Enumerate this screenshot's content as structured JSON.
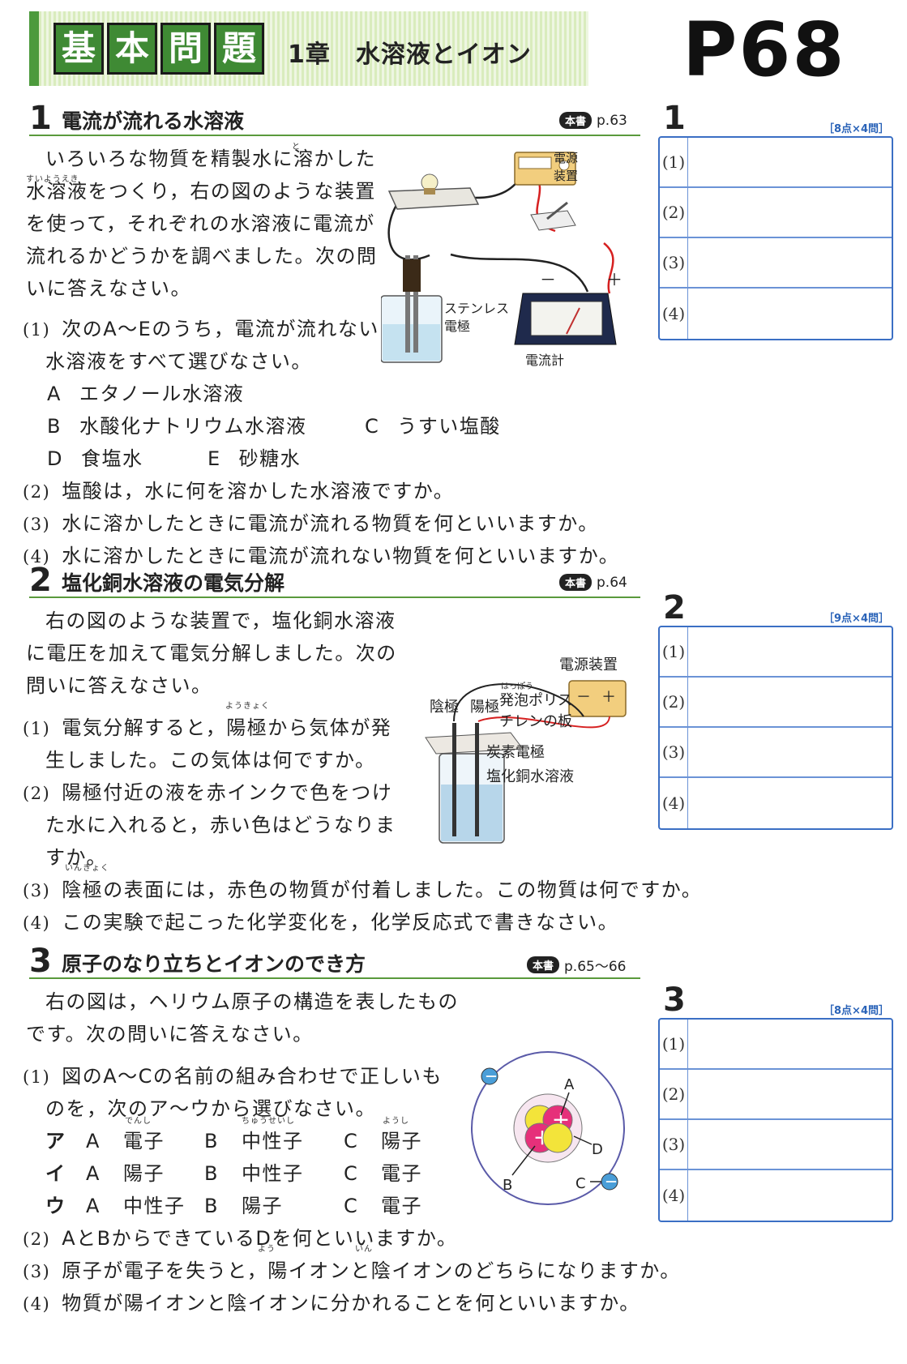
{
  "header": {
    "kihon": [
      "基",
      "本",
      "問",
      "題"
    ],
    "chapter": "1章　水溶液とイオン",
    "page_label": "P68"
  },
  "s1": {
    "num": "1",
    "title": "電流が流れる水溶液",
    "ref_badge": "本書",
    "ref_page": "p.63",
    "ruby_to": "と",
    "ruby_suiyoueki": "すいようえき",
    "intro": [
      "いろいろな物質を精製水に溶かした",
      "水溶液をつくり，右の図のような装置",
      "を使って，それぞれの水溶液に電流が",
      "流れるかどうかを調べました。次の問",
      "いに答えなさい。"
    ],
    "q1_num": "(1)",
    "q1": [
      "次のA～Eのうち，電流が流れない",
      "水溶液をすべて選びなさい。"
    ],
    "opts": [
      {
        "k": "A",
        "v": "エタノール水溶液"
      },
      {
        "k": "B",
        "v": "水酸化ナトリウム水溶液"
      },
      {
        "k": "C",
        "v": "うすい塩酸"
      },
      {
        "k": "D",
        "v": "食塩水"
      },
      {
        "k": "E",
        "v": "砂糖水"
      }
    ],
    "q2_num": "(2)",
    "q2": "塩酸は，水に何を溶かした水溶液ですか。",
    "q3_num": "(3)",
    "q3": "水に溶かしたときに電流が流れる物質を何といいますか。",
    "q4_num": "(4)",
    "q4": "水に溶かしたときに電流が流れない物質を何といいますか。",
    "fig": {
      "power": "電源",
      "power2": "装置",
      "electrode1": "ステンレス",
      "electrode2": "電極",
      "meter": "電流計",
      "minus": "－",
      "plus": "＋"
    }
  },
  "s2": {
    "num": "2",
    "title": "塩化銅水溶液の電気分解",
    "ref_badge": "本書",
    "ref_page": "p.64",
    "intro": [
      "右の図のような装置で，塩化銅水溶液",
      "に電圧を加えて電気分解しました。次の",
      "問いに答えなさい。"
    ],
    "ruby_youkyoku": "ようきょく",
    "q1_num": "(1)",
    "q1": [
      "電気分解すると，陽極から気体が発",
      "生しました。この気体は何ですか。"
    ],
    "q2_num": "(2)",
    "q2": [
      "陽極付近の液を赤インクで色をつけ",
      "た水に入れると，赤い色はどうなりま",
      "すか。"
    ],
    "ruby_inkyoku": "いんきょく",
    "q3_num": "(3)",
    "q3": "陰極の表面には，赤色の物質が付着しました。この物質は何ですか。",
    "q4_num": "(4)",
    "q4": "この実験で起こった化学変化を，化学反応式で書きなさい。",
    "fig": {
      "power": "電源装置",
      "cathode": "陰極",
      "anode": "陽極",
      "ruby_happou": "はっぽう",
      "board1": "発泡ポリス",
      "board2": "チレンの板",
      "carbon": "炭素電極",
      "solution": "塩化銅水溶液",
      "minus": "－",
      "plus": "＋"
    }
  },
  "s3": {
    "num": "3",
    "title": "原子のなり立ちとイオンのでき方",
    "ref_badge": "本書",
    "ref_page": "p.65～66",
    "intro": [
      "右の図は，ヘリウム原子の構造を表したもの",
      "です。次の問いに答えなさい。"
    ],
    "q1_num": "(1)",
    "q1": [
      "図のA～Cの名前の組み合わせで正しいも",
      "のを，次のア～ウから選びなさい。"
    ],
    "combos": [
      {
        "k": "ア",
        "A": "電子",
        "B": "中性子",
        "C": "陽子",
        "rA": "でんし",
        "rB": "ちゅうせいし",
        "rC": "ようし"
      },
      {
        "k": "イ",
        "A": "陽子",
        "B": "中性子",
        "C": "電子"
      },
      {
        "k": "ウ",
        "A": "中性子",
        "B": "陽子",
        "C": "電子"
      }
    ],
    "letterA": "A",
    "letterB": "B",
    "letterC": "C",
    "letterD": "D",
    "q2_num": "(2)",
    "q2": "AとBからできているDを何といいますか。",
    "ruby_you": "よう",
    "ruby_in": "いん",
    "q3_num": "(3)",
    "q3": "原子が電子を失うと，陽イオンと陰イオンのどちらになりますか。",
    "q4_num": "(4)",
    "q4": "物質が陽イオンと陰イオンに分かれることを何といいますか。"
  },
  "answers": [
    {
      "num": "1",
      "points": "［8点×4問］",
      "rows": [
        "(1)",
        "(2)",
        "(3)",
        "(4)"
      ]
    },
    {
      "num": "2",
      "points": "［9点×4問］",
      "rows": [
        "(1)",
        "(2)",
        "(3)",
        "(4)"
      ]
    },
    {
      "num": "3",
      "points": "［8点×4問］",
      "rows": [
        "(1)",
        "(2)",
        "(3)",
        "(4)"
      ]
    }
  ],
  "colors": {
    "green": "#4c9a3c",
    "blue": "#3b6fc4",
    "wire_red": "#d62020"
  }
}
